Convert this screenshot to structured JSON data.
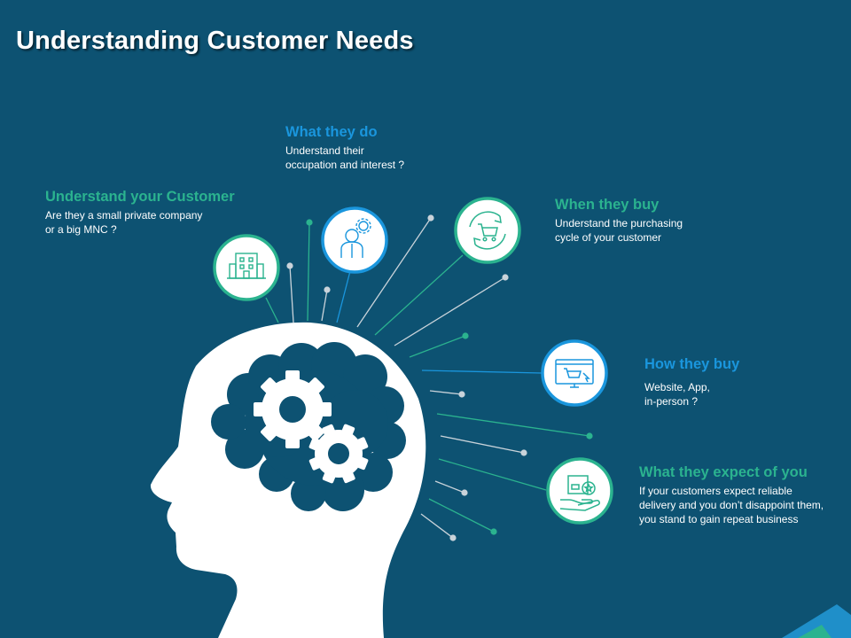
{
  "title": "Understanding Customer Needs",
  "colors": {
    "background": "#0d5272",
    "green": "#2bb38f",
    "blue": "#1a96dd",
    "line_grey": "#c9d3da",
    "head": "#ffffff"
  },
  "items": [
    {
      "heading": "Understand your Customer",
      "text": "Are they a small private company\nor a big MNC ?",
      "icon": "building-icon",
      "color": "green"
    },
    {
      "heading": "What they do",
      "text": "Understand their\noccupation and interest ?",
      "icon": "person-gear-icon",
      "color": "blue"
    },
    {
      "heading": "When they buy",
      "text": "Understand the purchasing\ncycle of your customer",
      "icon": "cart-cycle-icon",
      "color": "green"
    },
    {
      "heading": "How they buy",
      "text": "Website, App,\nin-person ?",
      "icon": "online-shop-icon",
      "color": "blue"
    },
    {
      "heading": "What they expect of you",
      "text": "If your customers expect reliable\ndelivery and you don’t disappoint them,\nyou stand to gain repeat business",
      "icon": "delivery-hand-icon",
      "color": "green"
    }
  ]
}
